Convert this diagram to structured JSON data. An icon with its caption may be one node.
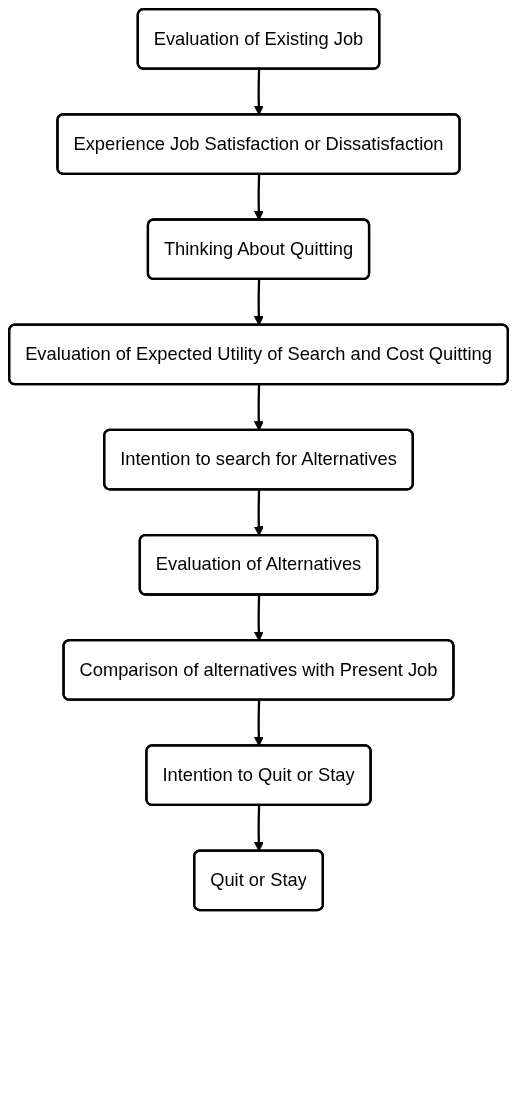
{
  "diagram": {
    "nodes": [
      {
        "text": [
          "Evaluation of Existing Job"
        ]
      },
      {
        "text": [
          "Experience Job Satisfaction or Dissatisfaction"
        ]
      },
      {
        "text": [
          "Thinking About Quitting"
        ]
      },
      {
        "text": [
          "Evaluation of Expected Utility of Search and Cost Quitting"
        ]
      },
      {
        "text": [
          "Intention to search for Alternatives"
        ]
      },
      {
        "text": [
          "Evaluation of Alternatives"
        ]
      },
      {
        "text": [
          "Comparison of alternatives with Present Job"
        ]
      },
      {
        "text": [
          "Intention to Quit or Stay"
        ]
      },
      {
        "text": [
          "Quit or Stay"
        ]
      }
    ],
    "edges": [
      {
        "from": 0,
        "to": 1,
        "arrow": "to"
      },
      {
        "from": 1,
        "to": 2,
        "arrow": "to"
      },
      {
        "from": 2,
        "to": 3,
        "arrow": "to"
      },
      {
        "from": 3,
        "to": 4,
        "arrow": "to"
      },
      {
        "from": 4,
        "to": 5,
        "arrow": "to"
      },
      {
        "from": 5,
        "to": 6,
        "arrow": "to"
      },
      {
        "from": 6,
        "to": 7,
        "arrow": "to"
      },
      {
        "from": 7,
        "to": 8,
        "arrow": "to"
      }
    ]
  }
}
